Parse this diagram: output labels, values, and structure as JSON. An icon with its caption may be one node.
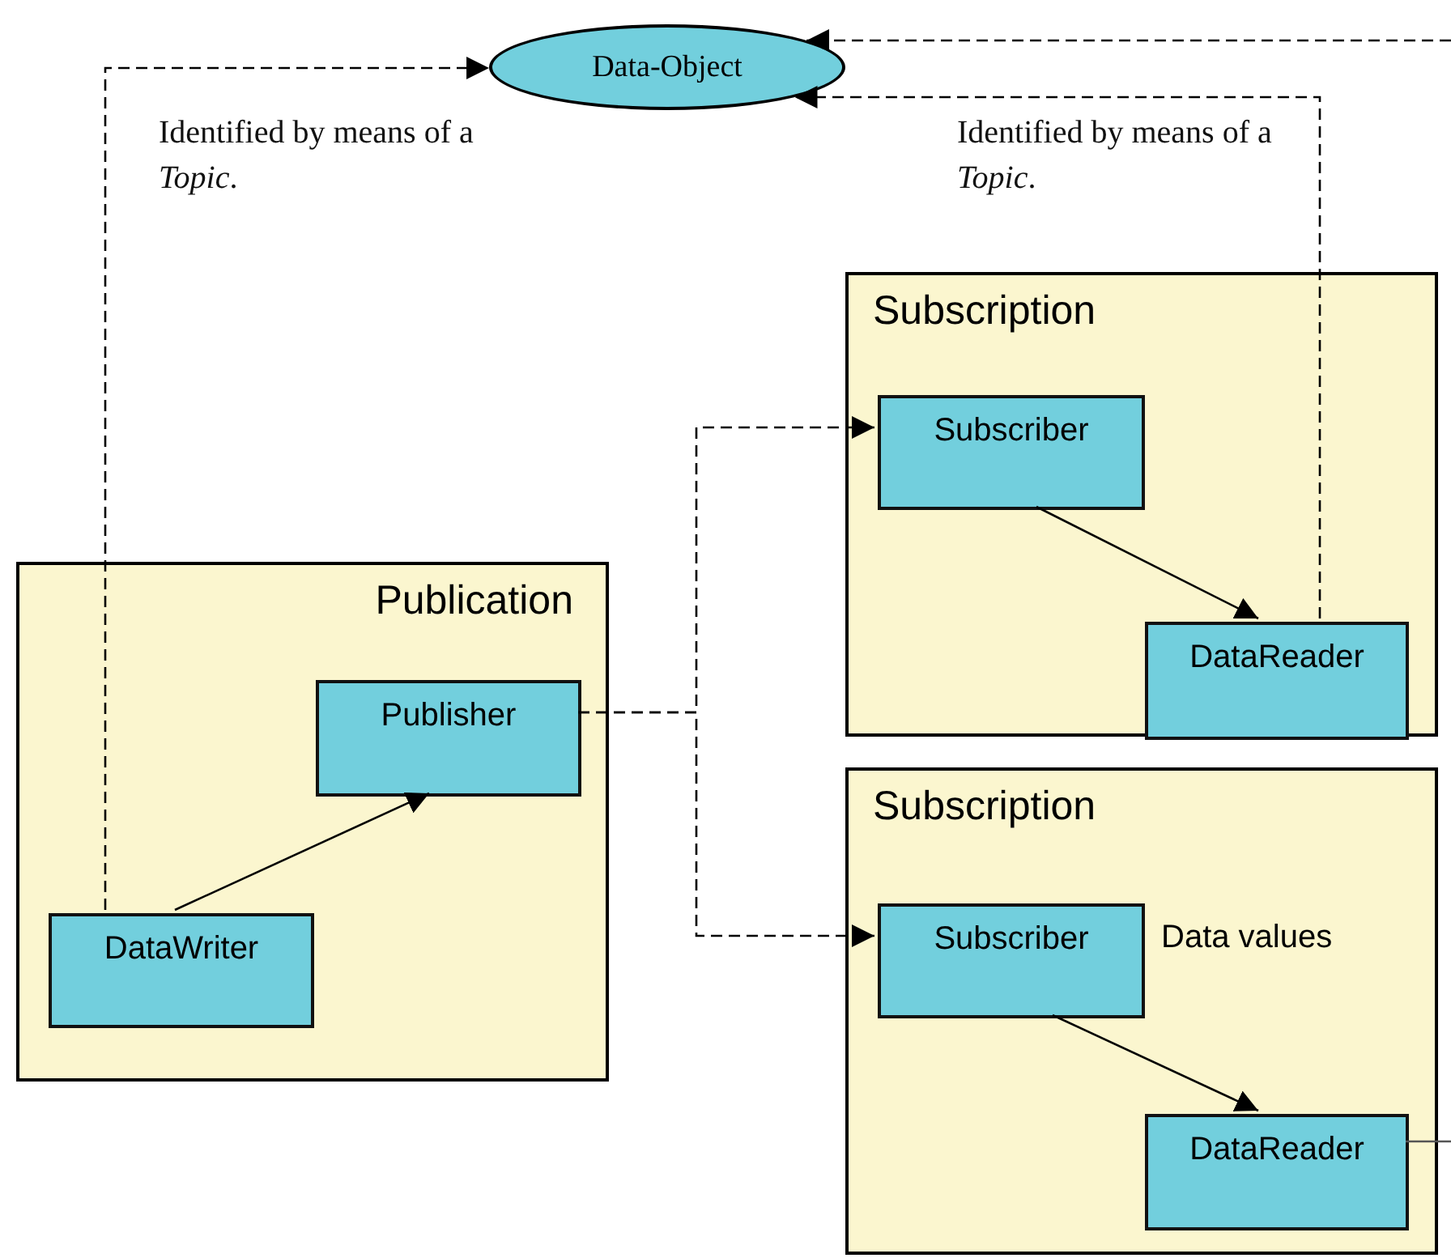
{
  "diagram": {
    "nodes": [
      {
        "text": [
          "Data-Object"
        ]
      },
      {
        "text": [
          "Subscription"
        ]
      },
      {
        "text": [
          "Subscriber"
        ],
        "in": 1
      },
      {
        "text": [
          "DataReader"
        ],
        "in": 1
      },
      {
        "text": [
          "Publication"
        ]
      },
      {
        "text": [
          "Publisher"
        ],
        "in": 4
      },
      {
        "text": [
          "DataWriter"
        ],
        "in": 4
      },
      {
        "text": [
          "Subscription"
        ]
      },
      {
        "text": [
          "Subscriber"
        ],
        "in": 7,
        "beside": [
          "Data values"
        ]
      },
      {
        "text": [
          "DataReader"
        ],
        "in": 7
      }
    ],
    "edges": [
      {
        "from": 6,
        "to": 0,
        "arrow": "to",
        "style": "dashed"
      },
      {
        "from": 3,
        "to": 0,
        "arrow": "to",
        "style": "dashed"
      },
      {
        "from": null,
        "to": 0,
        "arrow": "to",
        "style": "dashed"
      },
      {
        "from": 2,
        "to": 3,
        "arrow": "to"
      },
      {
        "from": 6,
        "to": 5,
        "arrow": "to"
      },
      {
        "from": 5,
        "to": 2,
        "arrow": "to",
        "style": "dashed"
      },
      {
        "from": 5,
        "to": 8,
        "arrow": "to",
        "style": "dashed"
      },
      {
        "from": 8,
        "to": 9,
        "arrow": "to"
      },
      {
        "from": 9,
        "to": null,
        "arrow": "none",
        "color": "#555555"
      }
    ],
    "labels": [
      "Identified by means of a *Topic*.",
      "Identified by means of a *Topic*."
    ]
  }
}
